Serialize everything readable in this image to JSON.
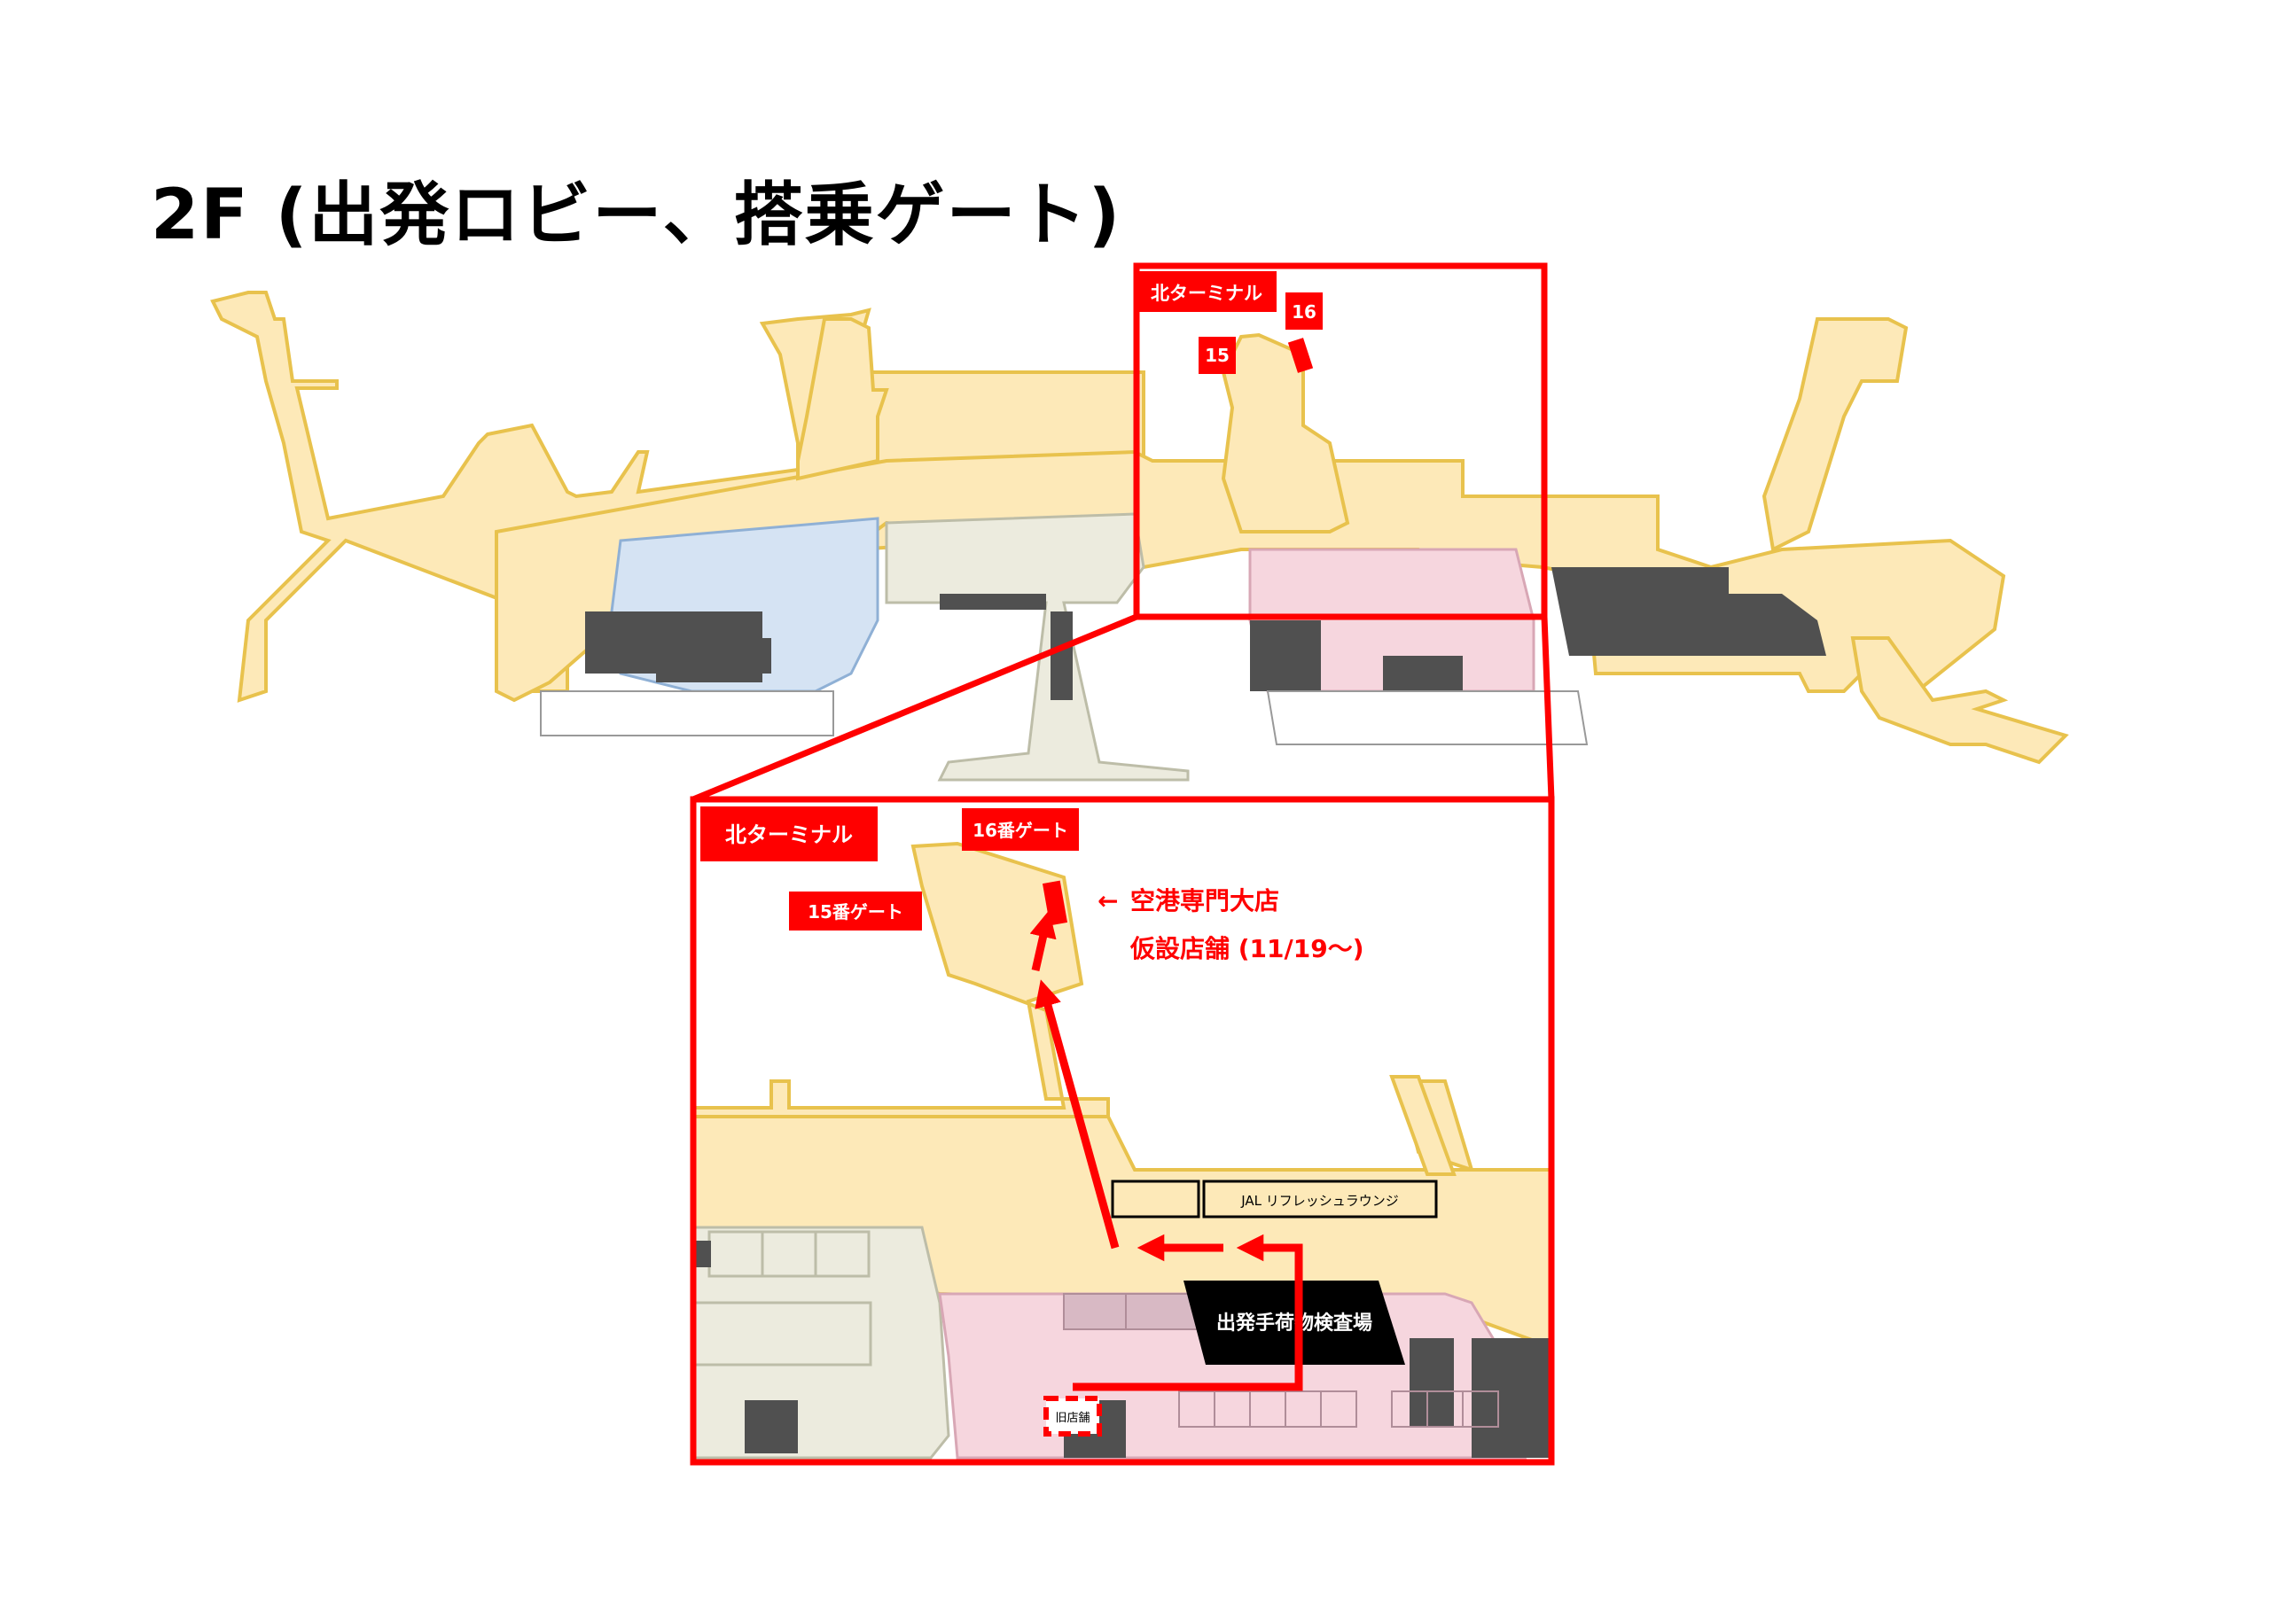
{
  "title": "2F (出発ロビー、搭乗ゲート)",
  "colors": {
    "accent_red": "#ff0000",
    "gate_area": "#fde9b8",
    "gate_stroke": "#e8c24d",
    "domestic_blue": "#d5e3f3",
    "lobby_gray": "#ecebde",
    "shop_pink": "#f6d6de",
    "wall_dark": "#505050"
  },
  "overview": {
    "north_terminal_label": "北ターミナル",
    "gate15_label": "15",
    "gate16_label": "16"
  },
  "detail": {
    "north_terminal_label": "北ターミナル",
    "gate15_label": "15番ゲート",
    "gate16_label": "16番ゲート",
    "store_arrow": "←",
    "store_name": "空港専門大店",
    "store_temp": "仮設店舗 (11/19～)",
    "lounge_label": "JAL リフレッシュラウンジ",
    "security_label": "出発手荷物検査場",
    "old_store_label": "旧店舗"
  }
}
